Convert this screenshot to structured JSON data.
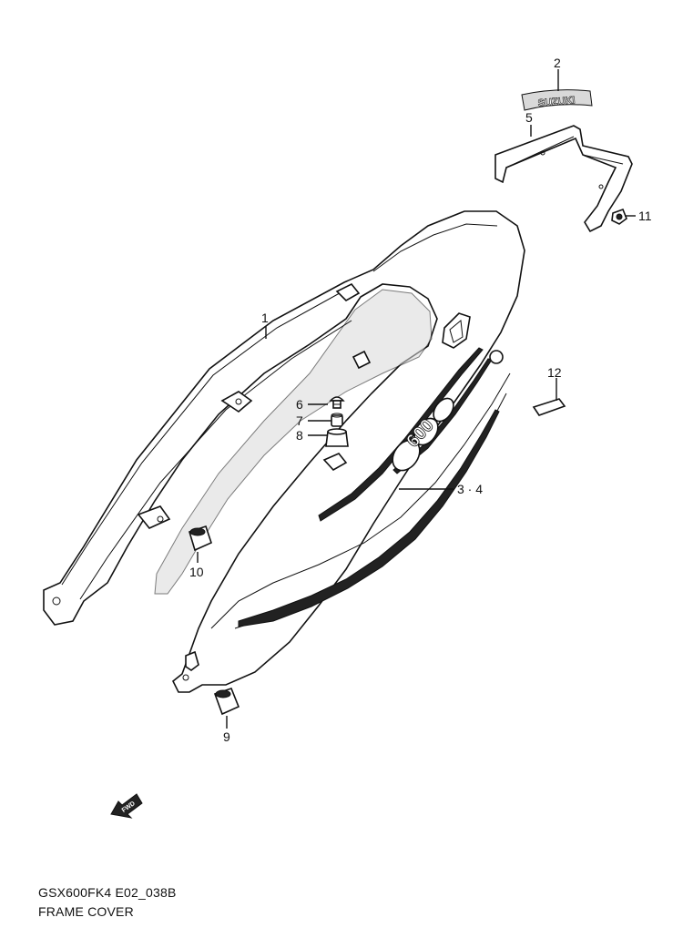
{
  "diagram": {
    "callouts": {
      "c1": "1",
      "c2": "2",
      "c5": "5",
      "c6": "6",
      "c7": "7",
      "c8": "8",
      "c9": "9",
      "c10": "10",
      "c11": "11",
      "c12": "12",
      "c34": "3 · 4"
    },
    "emblem_text": "SUZUKI",
    "decal_text": "600",
    "arrow_text": "FWD"
  },
  "footer": {
    "code": "GSX600FK4 E02_038B",
    "title": "FRAME COVER"
  }
}
